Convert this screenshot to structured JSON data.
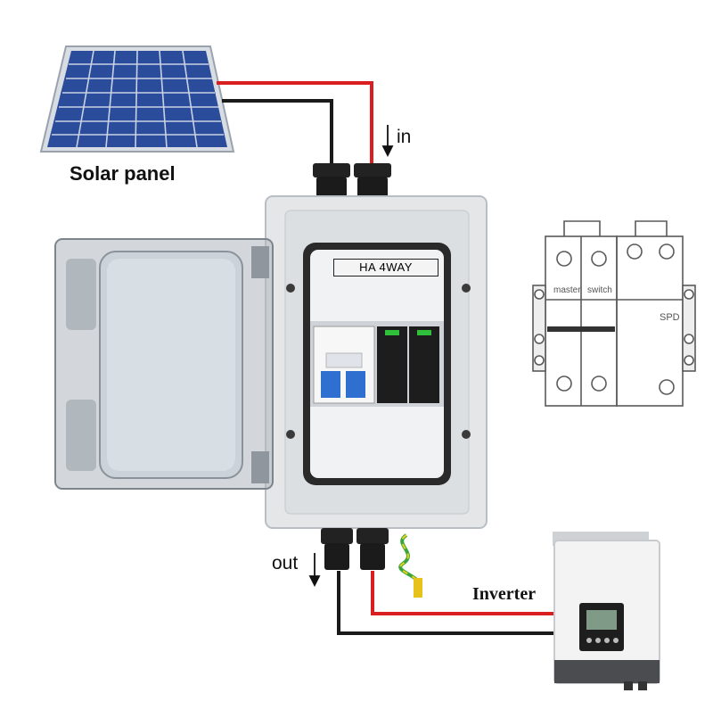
{
  "labels": {
    "solar_panel": "Solar panel",
    "inverter": "Inverter",
    "in": "in",
    "out": "out"
  },
  "combiner_box": {
    "title": "HA  4WAY"
  },
  "schematic": {
    "master": "master",
    "switch": "switch",
    "spd": "SPD"
  },
  "colors": {
    "positive_wire": "#d81e1e",
    "negative_wire": "#1a1a1a",
    "breaker_blue": "#2e6fd0",
    "panel_cell": "#2b4c9a",
    "enclosure": "#e4e6e8"
  }
}
